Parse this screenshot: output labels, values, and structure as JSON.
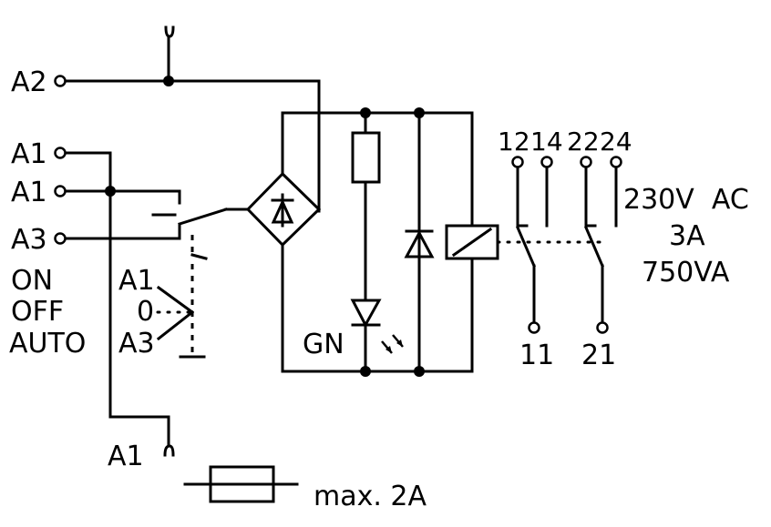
{
  "terminals": {
    "a2": "A2",
    "a1_top": "A1",
    "a1_mid": "A1",
    "a3": "A3",
    "a1_bottom": "A1"
  },
  "switch_modes": {
    "on": "ON",
    "off": "OFF",
    "auto": "AUTO",
    "pos_a1": "A1",
    "pos_0": "0",
    "pos_a3": "A3"
  },
  "led_label": "GN",
  "contacts": {
    "c12": "12",
    "c14": "14",
    "c22": "22",
    "c24": "24",
    "c11": "11",
    "c21": "21"
  },
  "ratings": {
    "voltage": "230V  AC",
    "current": "3A",
    "power": "750VA"
  },
  "fuse_label": "max. 2A"
}
